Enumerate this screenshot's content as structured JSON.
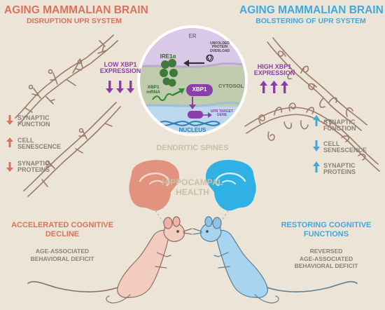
{
  "left": {
    "title": "AGING MAMMALIAN BRAIN",
    "subtitle": "DISRUPTION UPR SYSTEM",
    "expression": [
      "LOW XBP1",
      "EXPRESSION"
    ],
    "effects": [
      {
        "lines": [
          "SYNAPTIC",
          "FUNCTION"
        ],
        "arrow": "down"
      },
      {
        "lines": [
          "CELL",
          "SENESCENCE"
        ],
        "arrow": "up"
      },
      {
        "lines": [
          "SYNAPTIC",
          "PROTEINS"
        ],
        "arrow": "down"
      }
    ],
    "outcome": [
      "ACCELERATED COGNITIVE",
      "DECLINE"
    ],
    "detail": [
      "AGE-ASSOCIATED",
      "BEHAVIORAL DEFICIT"
    ]
  },
  "right": {
    "title": "AGING MAMMALIAN BRAIN",
    "subtitle": "BOLSTERING OF UPR SYSTEM",
    "expression": [
      "HIGH XBP1",
      "EXPRESSION"
    ],
    "effects": [
      {
        "lines": [
          "SYNAPTIC",
          "FUNCTION"
        ],
        "arrow": "up"
      },
      {
        "lines": [
          "CELL",
          "SENESCENCE"
        ],
        "arrow": "down"
      },
      {
        "lines": [
          "SYNAPTIC",
          "PROTEINS"
        ],
        "arrow": "up"
      }
    ],
    "outcome": [
      "RESTORING COGNITIVE",
      "FUNCTIONS"
    ],
    "detail": [
      "REVERSED",
      "AGE-ASSOCIATED",
      "BEHAVIORAL DEFICIT"
    ]
  },
  "cell": {
    "er": "ER",
    "overload": [
      "UNFOLDED",
      "PROTEIN",
      "OVERLOAD"
    ],
    "ire1a": "IRE1α",
    "mrna": [
      "XBP1",
      "mRNA"
    ],
    "xbp1": "XBP1",
    "cytosol": "CYTOSOL",
    "target": [
      "UPR TARGET",
      "GENE"
    ],
    "nucleus": "NUCLEUS"
  },
  "center": {
    "spines": "DENDRITIC SPINES",
    "hippocampal": [
      "HIPPOCAMPAL",
      "HEALTH"
    ]
  },
  "colors": {
    "background": "#ece4d6",
    "red": "#d9725e",
    "blue": "#3fa9dc",
    "purple": "#8a3fa8",
    "tan": "#cbbfa6",
    "grey_text": "#8a8178",
    "dendrite": "#9b7a6c"
  },
  "icons": {
    "arrow_up": "arrow-up-icon",
    "arrow_down": "arrow-down-icon",
    "triple_down": "triple-down-arrow-icon",
    "triple_up": "triple-up-arrow-icon"
  }
}
